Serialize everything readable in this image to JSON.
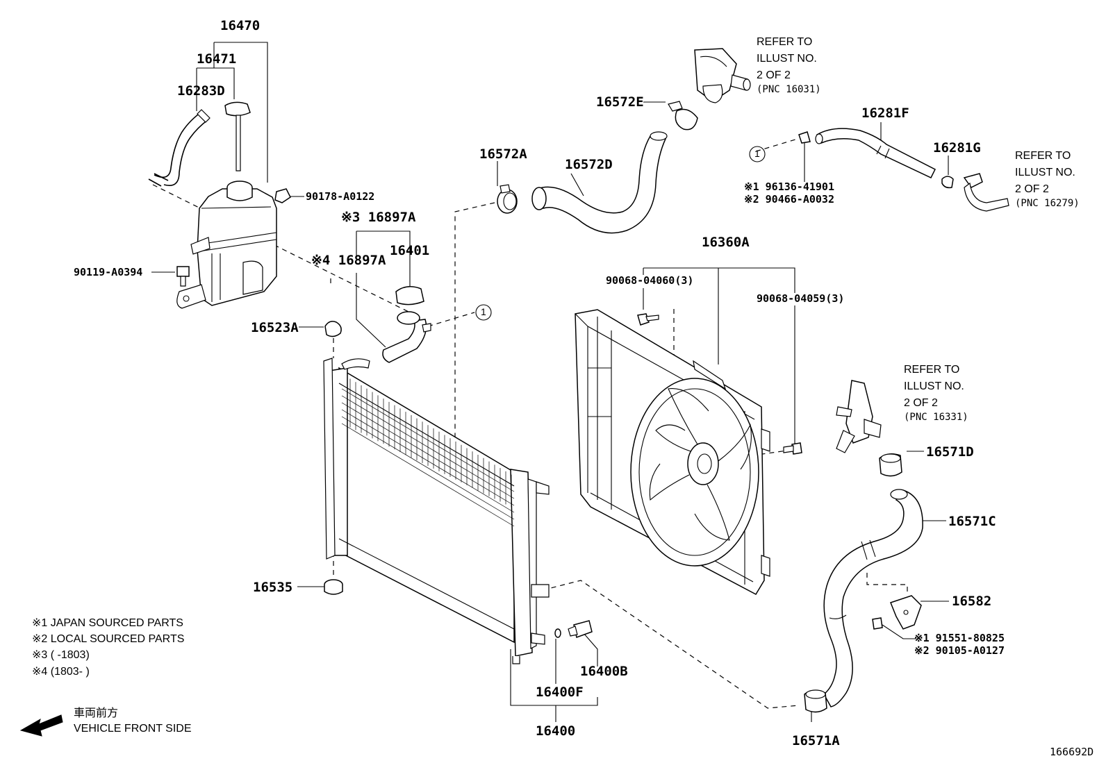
{
  "labels": {
    "p16470": "16470",
    "p16471": "16471",
    "p16283D": "16283D",
    "p90178": "90178-A0122",
    "p90119": "90119-A0394",
    "p16897A_3": "※3 16897A",
    "p16897A_4": "※4 16897A",
    "p16401": "16401",
    "p16523A": "16523A",
    "p16535": "16535",
    "p16572A": "16572A",
    "p16572D": "16572D",
    "p16572E": "16572E",
    "p16360A": "16360A",
    "p90068_60": "90068-04060(3)",
    "p90068_59": "90068-04059(3)",
    "p16281F": "16281F",
    "p16281G": "16281G",
    "p96136": "※1 96136-41901",
    "p90466": "※2 90466-A0032",
    "p16571D": "16571D",
    "p16571C": "16571C",
    "p16582": "16582",
    "p91551": "※1 91551-80825",
    "p90105": "※2 90105-A0127",
    "p16400B": "16400B",
    "p16400F": "16400F",
    "p16400": "16400",
    "p16571A": "16571A",
    "circle1": "1",
    "circle2": "1"
  },
  "refers": [
    {
      "line1": "REFER TO",
      "line2": "ILLUST NO.",
      "line3": "2 OF 2",
      "line4": "(PNC 16031)"
    },
    {
      "line1": "REFER TO",
      "line2": "ILLUST NO.",
      "line3": "2 OF 2",
      "line4": "(PNC 16279)"
    },
    {
      "line1": "REFER TO",
      "line2": "ILLUST NO.",
      "line3": "2 OF 2",
      "line4": "(PNC 16331)"
    }
  ],
  "legend": [
    "※1 JAPAN SOURCED PARTS",
    "※2 LOCAL SOURCED PARTS",
    "※3 (      -1803)",
    "※4 (1803-      )"
  ],
  "front": {
    "jp": "車両前方",
    "en": "VEHICLE FRONT SIDE"
  },
  "illust_no": "166692D"
}
